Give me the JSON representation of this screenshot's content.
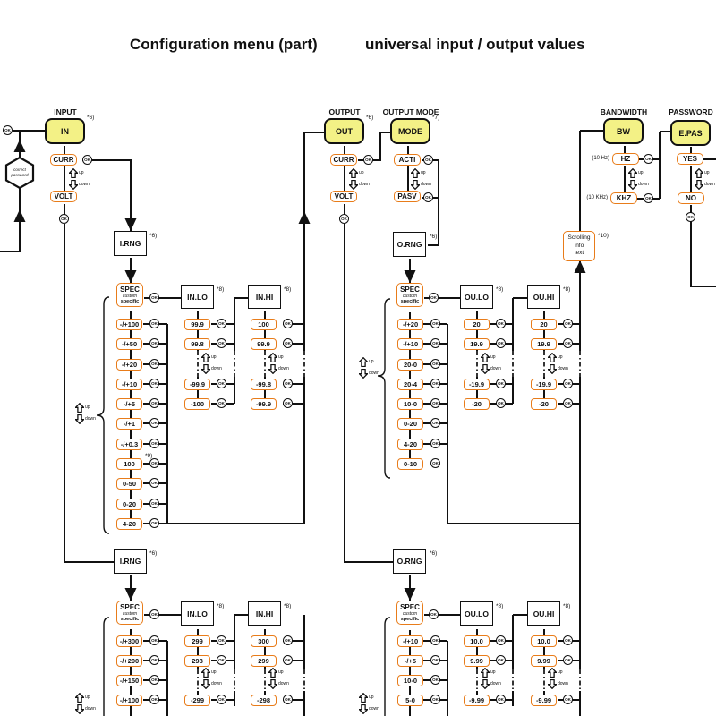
{
  "title": {
    "left": "Configuration menu (part)",
    "right": "universal input / output values"
  },
  "labels": {
    "ok": "OK",
    "up": "up",
    "down": "down",
    "hz_hint": "(10 Hz)",
    "khz_hint": "(10 KHz)",
    "hex_line1": "correct",
    "hex_line2": "password"
  },
  "notes": {
    "n6": "*6)",
    "n7": "*7)",
    "n8": "*8)",
    "n9": "*9)",
    "n10": "*10)"
  },
  "sections": {
    "input": {
      "label": "INPUT",
      "menu": "IN",
      "options": [
        "CURR",
        "VOLT"
      ]
    },
    "output": {
      "label": "OUTPUT",
      "menu": "OUT",
      "options": [
        "CURR",
        "VOLT"
      ]
    },
    "output_mode": {
      "label": "OUTPUT MODE",
      "menu": "MODE",
      "options": [
        "ACTI",
        "PASV"
      ]
    },
    "bandwidth": {
      "label": "BANDWIDTH",
      "menu": "BW",
      "options": [
        "HZ",
        "KHZ"
      ]
    },
    "password": {
      "label": "PASSWORD",
      "menu": "E.PAS",
      "options": [
        "YES",
        "NO"
      ]
    },
    "scroll_box": {
      "line1": "Scrolling",
      "line2": "info",
      "line3": "text"
    }
  },
  "boxes": {
    "irng": "I.RNG",
    "orng": "O.RNG",
    "inlo": "IN.LO",
    "inhi": "IN.HI",
    "oulo": "OU.LO",
    "ouhi": "OU.HI",
    "spec": {
      "line1": "SPEC",
      "line2": "custom",
      "line3": "specific"
    }
  },
  "lists": {
    "input_range_a": [
      "-/+100",
      "-/+50",
      "-/+20",
      "-/+10",
      "-/+5",
      "-/+1",
      "-/+0.3",
      "100",
      "0-50",
      "0-20",
      "4-20"
    ],
    "input_range_b": [
      "-/+300",
      "-/+200",
      "-/+150",
      "-/+100"
    ],
    "output_range_a": [
      "-/+20",
      "-/+10",
      "20-0",
      "20-4",
      "10-0",
      "0-20",
      "4-20",
      "0-10"
    ],
    "output_range_b": [
      "-/+10",
      "-/+5",
      "10-0",
      "5-0"
    ],
    "in_lo_a": [
      "99.9",
      "99.8",
      "-99.9",
      "-100"
    ],
    "in_hi_a": [
      "100",
      "99.9",
      "-99.8",
      "-99.9"
    ],
    "ou_lo_a": [
      "20",
      "19.9",
      "-19.9",
      "-20"
    ],
    "ou_hi_a": [
      "20",
      "19.9",
      "-19.9",
      "-20"
    ],
    "in_lo_b": [
      "299",
      "298",
      "-299"
    ],
    "in_hi_b": [
      "300",
      "299",
      "-298"
    ],
    "ou_lo_b": [
      "10.0",
      "9.99",
      "-9.99"
    ],
    "ou_hi_b": [
      "10.0",
      "9.99",
      "-9.99"
    ]
  },
  "colors": {
    "accent": "#e87c1a",
    "menu_fill": "#f3f186",
    "line": "#111111"
  }
}
